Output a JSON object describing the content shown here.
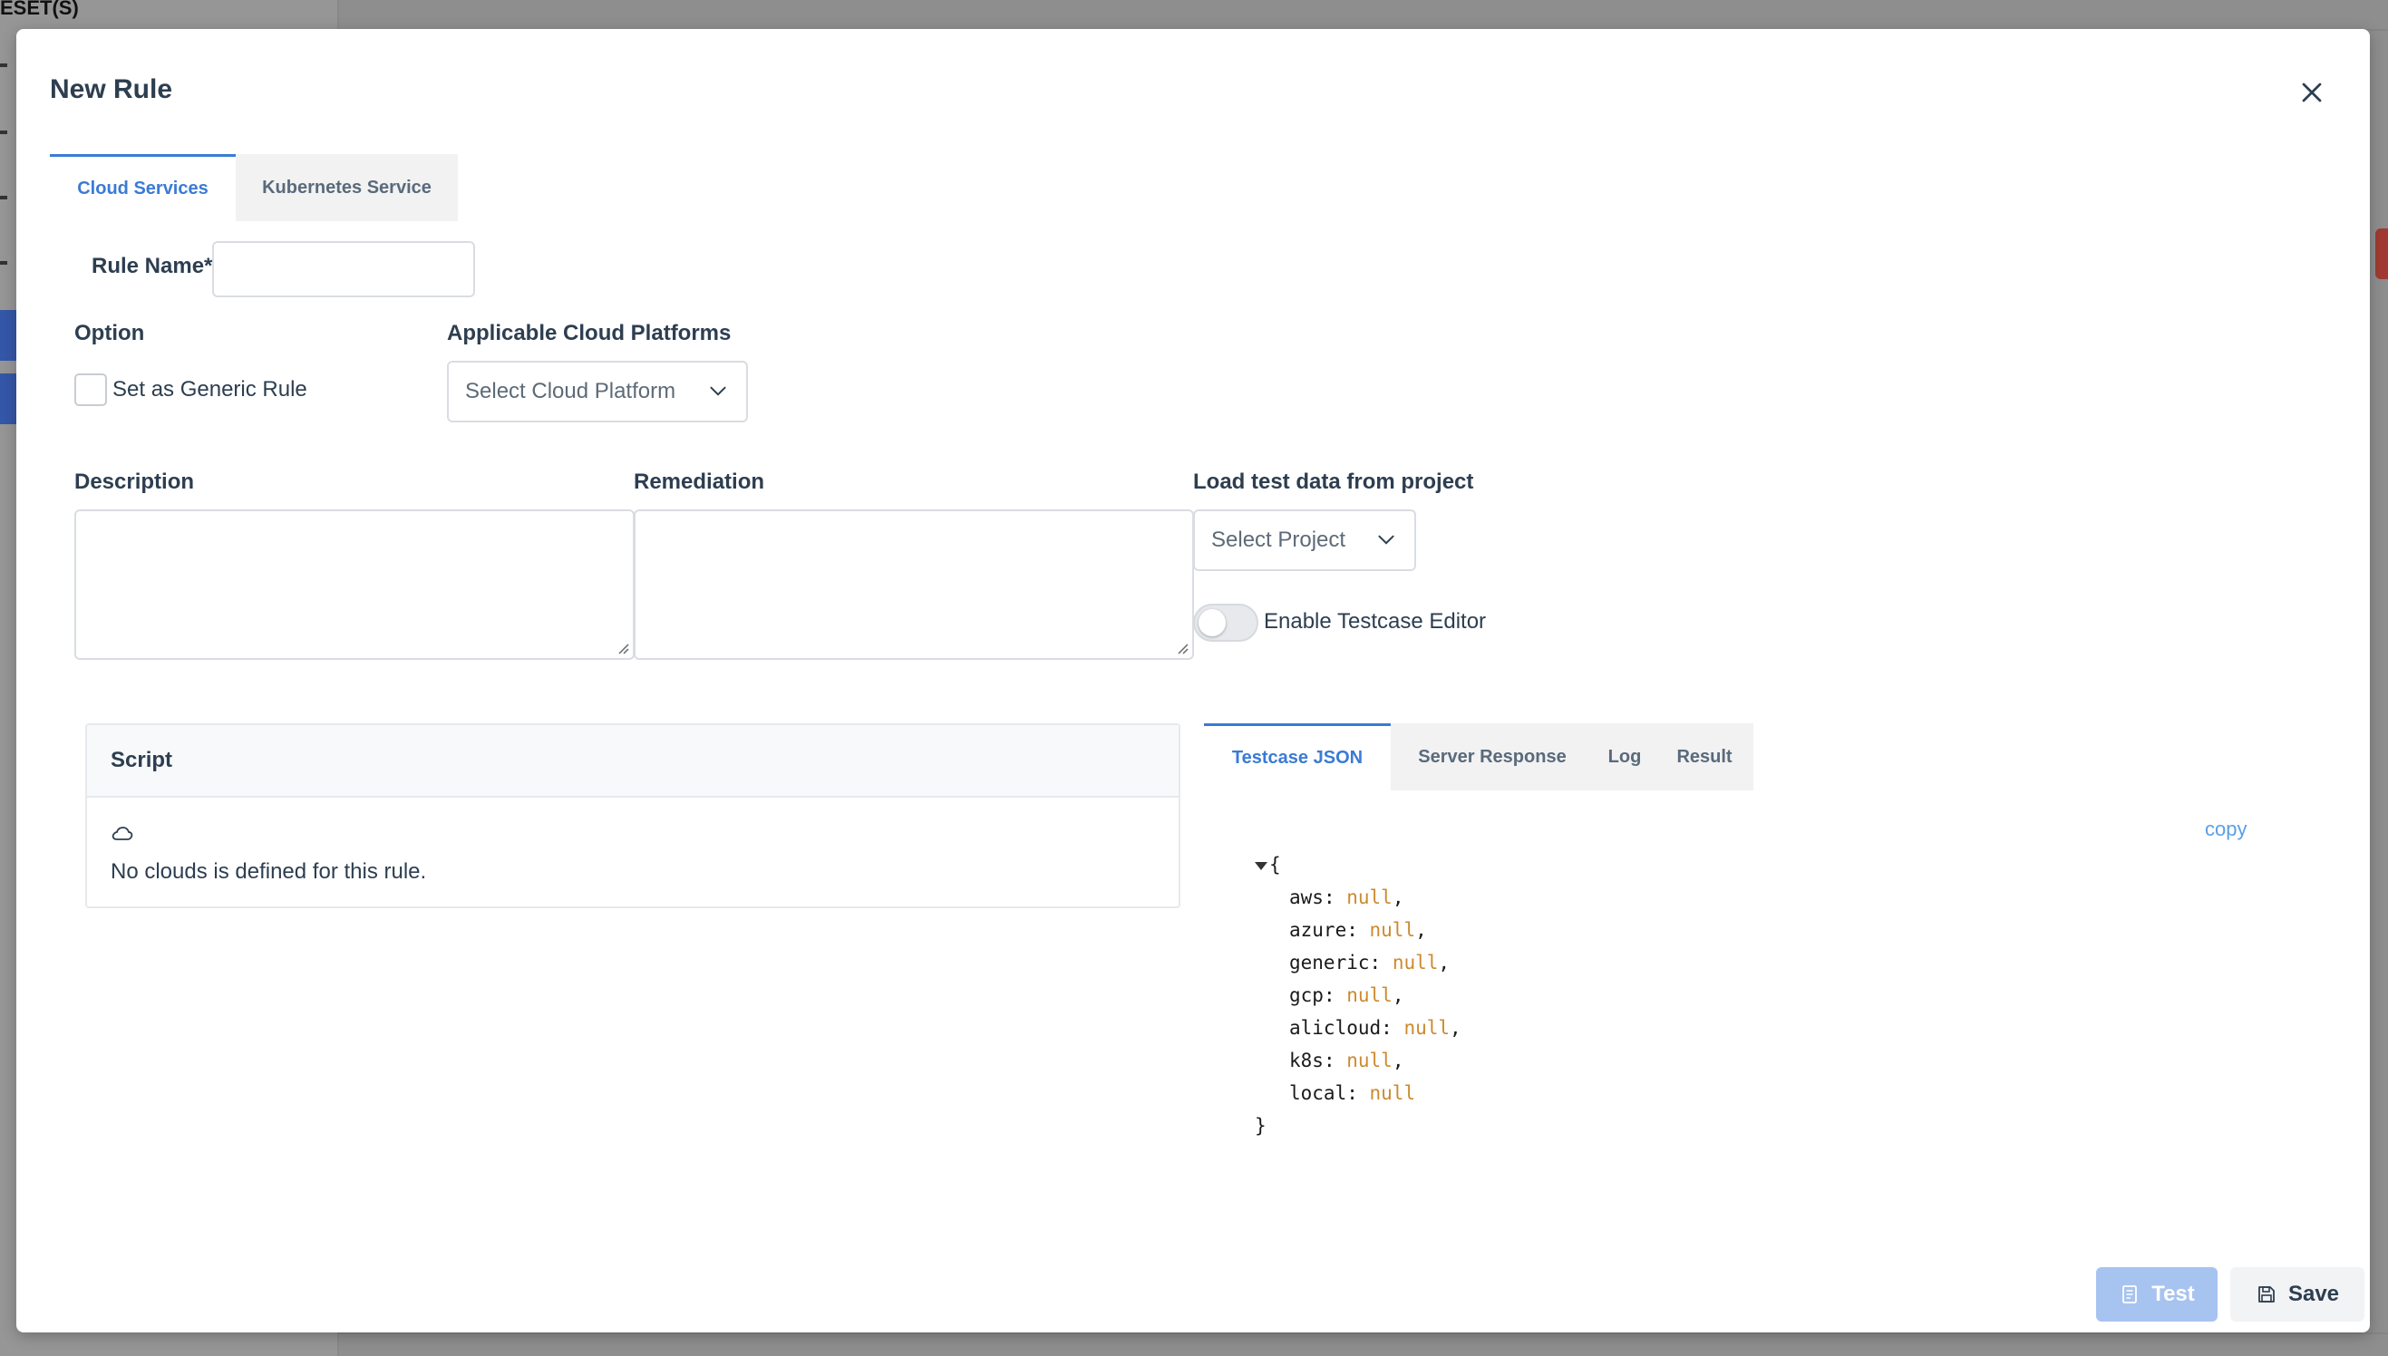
{
  "background": {
    "sidebar_title": "ESET(S)"
  },
  "modal": {
    "title": "New Rule",
    "top_tabs": [
      {
        "label": "Cloud Services",
        "active": true
      },
      {
        "label": "Kubernetes Service",
        "active": false
      }
    ],
    "rule_name": {
      "label": "Rule Name*",
      "value": ""
    },
    "option": {
      "label": "Option",
      "checkbox_label": "Set as Generic Rule",
      "checked": false
    },
    "cloud_platforms": {
      "label": "Applicable Cloud Platforms",
      "placeholder": "Select Cloud Platform"
    },
    "description": {
      "label": "Description",
      "value": ""
    },
    "remediation": {
      "label": "Remediation",
      "value": ""
    },
    "load_test_data": {
      "label": "Load test data from project",
      "placeholder": "Select Project"
    },
    "testcase_editor": {
      "label": "Enable Testcase Editor",
      "enabled": false
    },
    "script": {
      "header": "Script",
      "message": "No clouds is defined for this rule."
    },
    "result_tabs": [
      {
        "label": "Testcase JSON",
        "active": true
      },
      {
        "label": "Server Response",
        "active": false
      },
      {
        "label": "Log",
        "active": false
      },
      {
        "label": "Result",
        "active": false
      }
    ],
    "copy_label": "copy",
    "testcase_json": {
      "open_brace": "{",
      "close_brace": "}",
      "entries": [
        {
          "key": "aws",
          "value": "null",
          "sep": ","
        },
        {
          "key": "azure",
          "value": "null",
          "sep": ","
        },
        {
          "key": "generic",
          "value": "null",
          "sep": ","
        },
        {
          "key": "gcp",
          "value": "null",
          "sep": ","
        },
        {
          "key": "alicloud",
          "value": "null",
          "sep": ","
        },
        {
          "key": "k8s",
          "value": "null",
          "sep": ","
        },
        {
          "key": "local",
          "value": "null",
          "sep": ""
        }
      ]
    },
    "buttons": {
      "test": "Test",
      "save": "Save"
    }
  },
  "colors": {
    "accent": "#3a7bd5",
    "json_value": "#cc8a2e",
    "test_button_disabled": "#a7c3f0",
    "overlay": "#8e8e8e"
  }
}
